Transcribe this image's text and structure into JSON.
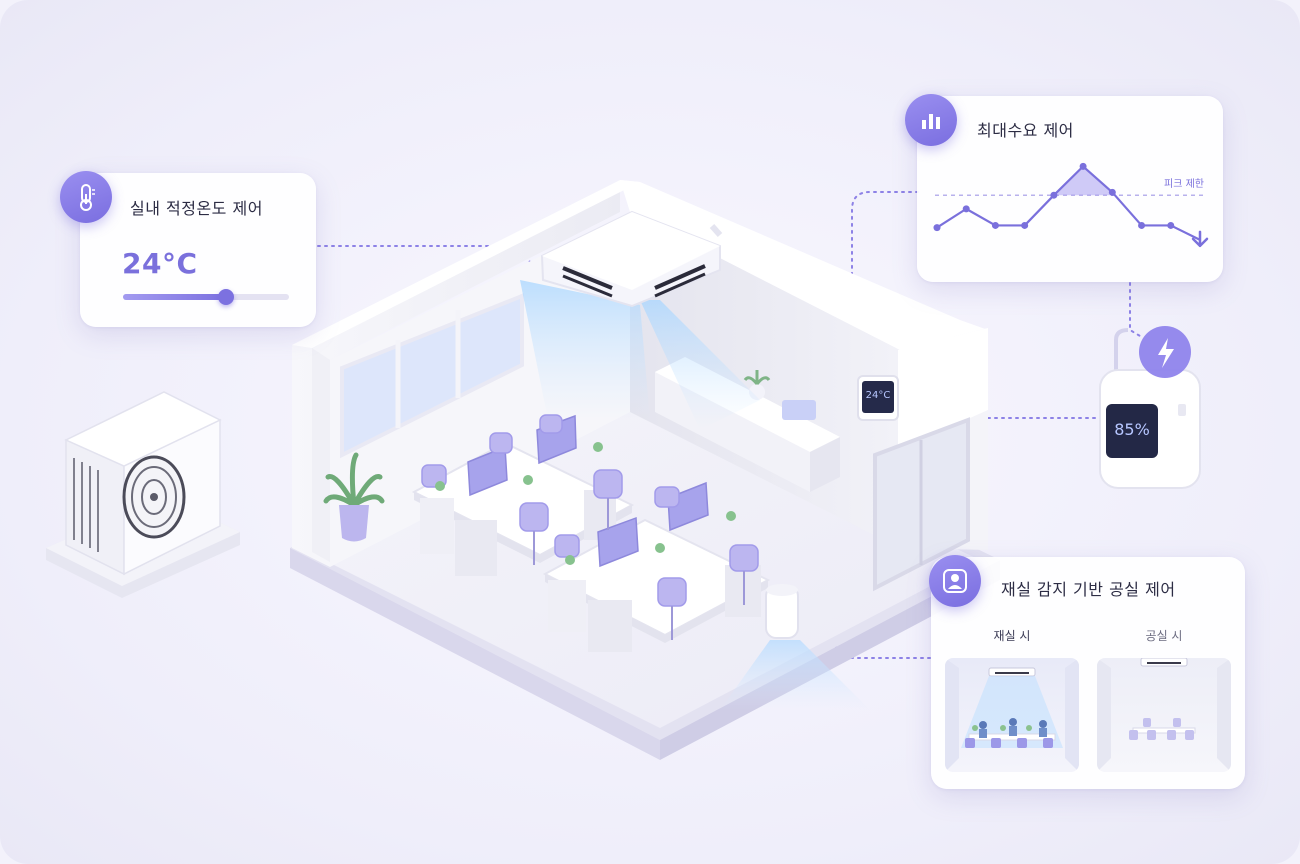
{
  "colors": {
    "accent": "#7c71e0",
    "accent_light": "#a39bf0",
    "connector": "#8d82e6",
    "background": "#f3f2fb",
    "card": "#ffffff",
    "text_dark": "#2c2c44"
  },
  "temperature_card": {
    "icon": "thermometer-icon",
    "title": "실내 적정온도 제어",
    "value": "24°C",
    "slider_level": 0.62
  },
  "peak_card": {
    "icon": "bar-chart-icon",
    "title": "최대수요 제어",
    "limit_label": "피크 제한",
    "demand_series": [
      0.45,
      0.71,
      0.48,
      0.48,
      0.9,
      1.3,
      0.94,
      0.48,
      0.48,
      0.28
    ],
    "peak_limit": 0.9
  },
  "occupancy_card": {
    "icon": "person-icon",
    "title": "재실 감지 기반 공실 제어",
    "occupied_label": "재실 시",
    "vacant_label": "공실 시"
  },
  "devices": {
    "thermostat_display": "24°C",
    "meter_display": "85%",
    "meter_icon": "lightning-icon"
  }
}
